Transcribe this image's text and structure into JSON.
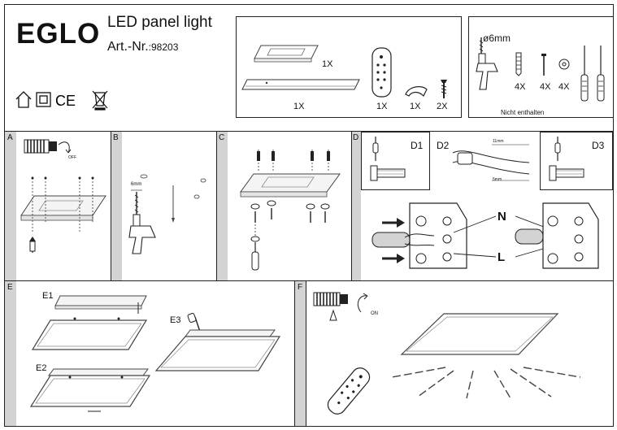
{
  "header": {
    "brand": "EGLO",
    "product": "LED panel light",
    "art_label": "Art.-Nr.",
    "art_number": ":98203"
  },
  "contents": {
    "qty_panel_top": "1X",
    "qty_panel": "1X",
    "qty_remote": "1X",
    "qty_clip": "1X",
    "qty_screw": "2X"
  },
  "tools": {
    "drill": "ø6mm",
    "qty_plug": "4X",
    "qty_screw": "4X",
    "qty_washer": "4X",
    "note": "Nicht enthalten"
  },
  "steps": {
    "a": "A",
    "b": "B",
    "c": "C",
    "d": "D",
    "e": "E",
    "f": "F",
    "off": "OFF",
    "on": "ON",
    "drill_6mm": "6mm",
    "d1": "D1",
    "d2": "D2",
    "d3": "D3",
    "strip_long": "11mm",
    "strip_short": "5mm",
    "wire_n": "N",
    "wire_l": "L",
    "e1": "E1",
    "e2": "E2",
    "e3": "E3"
  }
}
